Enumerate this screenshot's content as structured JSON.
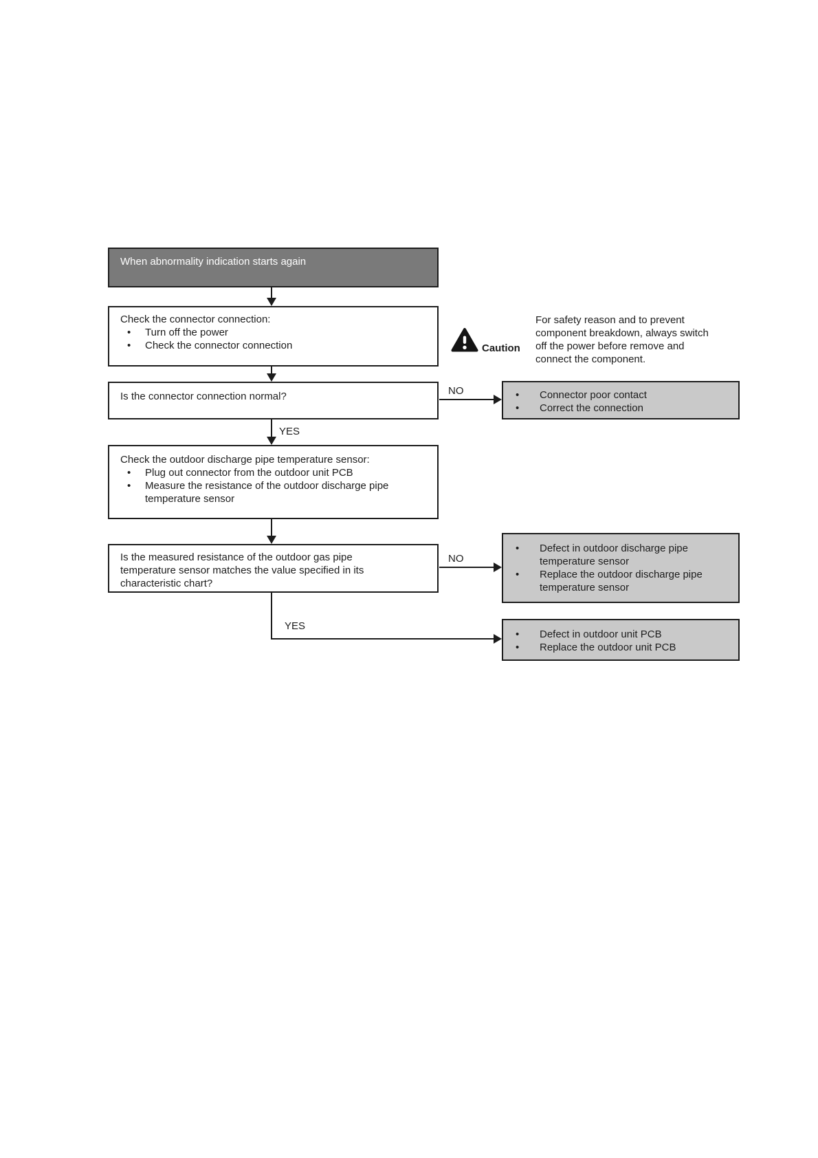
{
  "colors": {
    "page_bg": "#ffffff",
    "header_bg": "#7a7a7a",
    "header_text": "#ffffff",
    "process_box_bg": "#ffffff",
    "result_box_bg": "#c9c9c9",
    "border_and_lines": "#1c1c1c"
  },
  "flowchart": {
    "start_label": "When abnormality indication starts again",
    "labels": {
      "yes": "YES",
      "no": "NO"
    },
    "caution": {
      "icon": "warning-triangle-icon",
      "label": "Caution",
      "lines": [
        "For safety reason and to prevent",
        "component breakdown, always switch",
        "off the power before remove and",
        "connect the component."
      ]
    },
    "check_connector": {
      "title": "Check the connector connection:",
      "bullets": [
        "Turn off the power",
        "Check the connector connection"
      ]
    },
    "q_connector": "Is the connector connection normal?",
    "result_connector": {
      "bullets": [
        "Connector poor contact",
        "Correct the connection"
      ]
    },
    "check_sensor": {
      "title": "Check the outdoor discharge pipe temperature sensor:",
      "bullets_lines": [
        [
          "Plug out connector from the outdoor unit PCB"
        ],
        [
          "Measure the resistance of the outdoor discharge pipe",
          "temperature sensor"
        ]
      ]
    },
    "q_resistance_lines": [
      "Is the measured resistance of the outdoor gas pipe",
      "temperature sensor matches the value specified in its",
      "characteristic chart?"
    ],
    "result_sensor": {
      "bullets_lines": [
        [
          "Defect in outdoor discharge pipe",
          "temperature sensor"
        ],
        [
          "Replace the outdoor discharge pipe",
          "temperature sensor"
        ]
      ]
    },
    "result_pcb": {
      "bullets": [
        "Defect in outdoor unit PCB",
        "Replace the outdoor unit PCB"
      ]
    }
  }
}
